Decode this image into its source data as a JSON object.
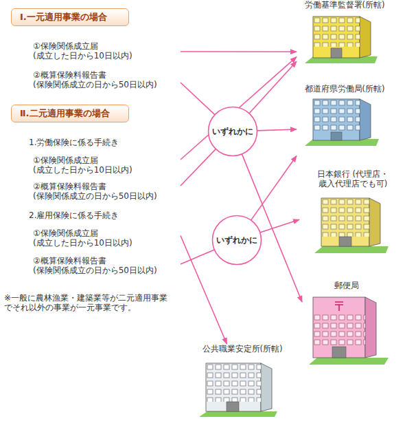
{
  "diagram": {
    "nodes": [
      {
        "text": [
          "Ⅰ.一元適用事業の場合"
        ]
      },
      {
        "text": [
          "①保険関係成立届 (成立した日から10日以内)"
        ]
      },
      {
        "text": [
          "②概算保険料報告書 (保険関係成立の日から50日以内)"
        ]
      },
      {
        "text": [
          "Ⅱ.二元適用事業の場合"
        ]
      },
      {
        "text": [
          "①保険関係成立届 (成立した日から10日以内)"
        ]
      },
      {
        "text": [
          "②概算保険料報告書 (保険関係成立の日から50日以内)"
        ]
      },
      {
        "text": [
          "①保険関係成立届 (成立した日から10日以内)"
        ]
      },
      {
        "text": [
          "②概算保険料報告書 (保険関係成立の日から50日以内)"
        ]
      },
      {
        "text": [
          "いずれかに"
        ]
      },
      {
        "text": [
          "いずれかに"
        ]
      },
      {
        "text": [
          "労働基準監督署(所轄)"
        ]
      },
      {
        "text": [
          "都道府県労働局(所轄)"
        ]
      },
      {
        "text": [
          "日本銀行 (代理店・歳入代理店でも可)"
        ]
      },
      {
        "text": [
          "郵便局"
        ]
      },
      {
        "text": [
          "公共職業安定所(所轄)"
        ]
      }
    ],
    "edges": [
      {
        "from": 1,
        "to": 10,
        "arrow": "to"
      },
      {
        "from": 2,
        "to": 8,
        "arrow": "none"
      },
      {
        "from": 4,
        "to": 10,
        "arrow": "to"
      },
      {
        "from": 5,
        "to": 8,
        "arrow": "none"
      },
      {
        "from": 6,
        "to": 14,
        "arrow": "to"
      },
      {
        "from": 7,
        "to": 9,
        "arrow": "none"
      },
      {
        "from": 8,
        "to": 10,
        "arrow": "to"
      },
      {
        "from": 8,
        "to": 11,
        "arrow": "to"
      },
      {
        "from": 8,
        "to": 13,
        "arrow": "to"
      },
      {
        "from": 9,
        "to": 11,
        "arrow": "to"
      },
      {
        "from": 9,
        "to": 12,
        "arrow": "to"
      }
    ],
    "labels": [
      "1.労働保険に係る手続き",
      "2.雇用保険に係る手続き",
      "※一般に農林漁業・建築業等が二元適用事業 でそれ以外の事業が一元事業です。"
    ]
  }
}
